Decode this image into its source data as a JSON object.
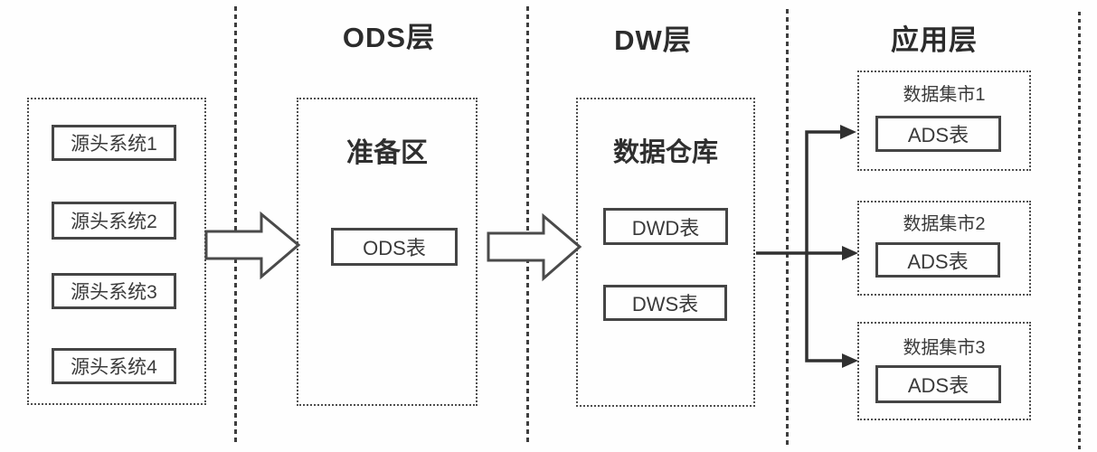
{
  "diagram": {
    "section_titles": {
      "ods": "ODS层",
      "dw": "DW层",
      "app": "应用层"
    },
    "source_systems": {
      "boxes": [
        "源头系统1",
        "源头系统2",
        "源头系统3",
        "源头系统4"
      ]
    },
    "staging": {
      "label": "准备区",
      "table": "ODS表"
    },
    "warehouse": {
      "label": "数据仓库",
      "tables": [
        "DWD表",
        "DWS表"
      ]
    },
    "data_marts": [
      {
        "label": "数据集市1",
        "table": "ADS表"
      },
      {
        "label": "数据集市2",
        "table": "ADS表"
      },
      {
        "label": "数据集市3",
        "table": "ADS表"
      }
    ],
    "colors": {
      "line": "#3e3e3e",
      "box_border": "#454545",
      "text": "#333333",
      "background": "#ffffff"
    }
  }
}
